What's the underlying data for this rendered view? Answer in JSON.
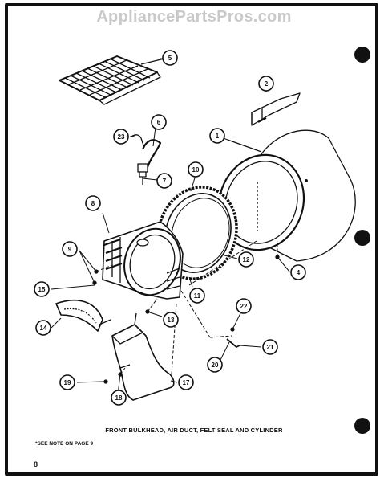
{
  "watermark": "AppliancePartsPros.com",
  "caption": "FRONT BULKHEAD, AIR DUCT, FELT SEAL AND CYLINDER",
  "note": "*SEE NOTE ON PAGE 9",
  "page_number": "8",
  "callouts": [
    {
      "n": "1"
    },
    {
      "n": "2"
    },
    {
      "n": "4"
    },
    {
      "n": "5"
    },
    {
      "n": "6"
    },
    {
      "n": "7"
    },
    {
      "n": "8"
    },
    {
      "n": "9"
    },
    {
      "n": "10"
    },
    {
      "n": "11"
    },
    {
      "n": "12"
    },
    {
      "n": "13"
    },
    {
      "n": "14"
    },
    {
      "n": "15"
    },
    {
      "n": "17"
    },
    {
      "n": "18"
    },
    {
      "n": "19"
    },
    {
      "n": "20"
    },
    {
      "n": "21"
    },
    {
      "n": "22"
    },
    {
      "n": "23"
    }
  ]
}
